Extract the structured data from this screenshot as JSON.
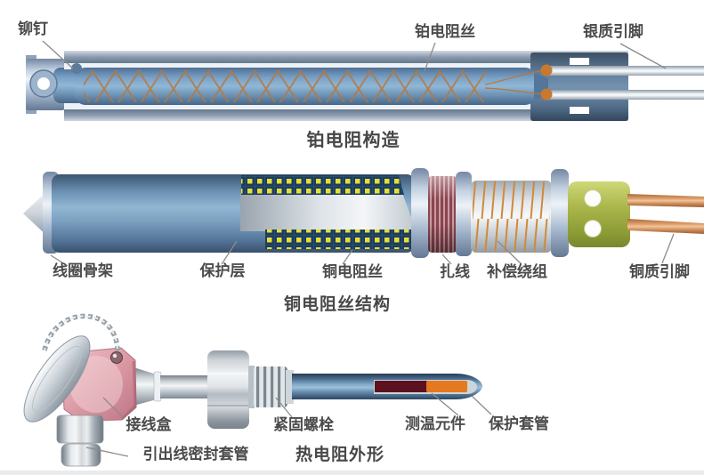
{
  "diagrams": {
    "platinum": {
      "title": "铂电阻构造",
      "labels": {
        "rivet": "铆钉",
        "platinum_wire": "铂电阻丝",
        "silver_leads": "银质引脚"
      }
    },
    "copper": {
      "title": "铜电阻丝结构",
      "labels": {
        "coil_frame": "线圈骨架",
        "protective_layer": "保护层",
        "copper_wire": "铜电阻丝",
        "binding_wire": "扎线",
        "compensation_winding": "补偿绕组",
        "copper_leads": "铜质引脚"
      }
    },
    "thermal": {
      "title": "热电阻外形",
      "labels": {
        "junction_box": "接线盒",
        "lead_sealing_sleeve": "引出线密封套管",
        "fastening_bolt": "紧固螺栓",
        "sensing_element": "测温元件",
        "protective_sleeve": "保护套管"
      }
    }
  },
  "colors": {
    "background": "#ffffff",
    "label_text": "#4b4b4b",
    "pointer_line": "#8c8c8c",
    "steel_blue_tube": "#6d93b5",
    "resistance_wire_orange": "#b5773c",
    "copper_dot_yellow": "#e4df36",
    "winding_band_navy": "#1d3c5e",
    "binding_coil_maroon": "#8a454f",
    "terminal_cap_olive": "#a9b64a",
    "copper_lead": "#df9f6a",
    "junction_box_pink": "#dc9aa5",
    "sensing_element_dark_red": "#5c1220",
    "sensing_element_orange": "#e5791f",
    "metal_silver": "#e9eef2"
  }
}
